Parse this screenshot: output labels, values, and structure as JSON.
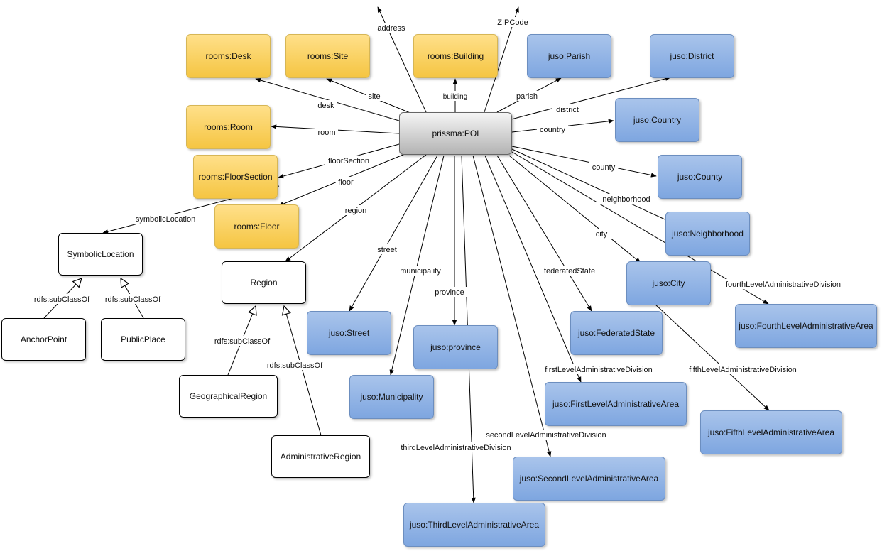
{
  "nodes": {
    "poi": "prissma:POI",
    "desk": "rooms:Desk",
    "site": "rooms:Site",
    "building": "rooms:Building",
    "room": "rooms:Room",
    "floorSection": "rooms:FloorSection",
    "floor": "rooms:Floor",
    "parish": "juso:Parish",
    "district": "juso:District",
    "country": "juso:Country",
    "county": "juso:County",
    "neighborhood": "juso:Neighborhood",
    "city": "juso:City",
    "fourth": "juso:FourthLevelAdministrativeArea",
    "federatedState": "juso:FederatedState",
    "first": "juso:FirstLevelAdministrativeArea",
    "fifth": "juso:FifthLevelAdministrativeArea",
    "second": "juso:SecondLevelAdministrativeArea",
    "third": "juso:ThirdLevelAdministrativeArea",
    "street": "juso:Street",
    "province": "juso:province",
    "municipality": "juso:Municipality",
    "symbolicLocation": "SymbolicLocation",
    "anchorPoint": "AnchorPoint",
    "publicPlace": "PublicPlace",
    "region": "Region",
    "geographicalRegion": "GeographicalRegion",
    "administrativeRegion": "AdministrativeRegion"
  },
  "edges": {
    "address": "address",
    "zipcode": "ZIPCode",
    "desk": "desk",
    "site": "site",
    "building": "building",
    "parish": "parish",
    "district": "district",
    "room": "room",
    "country": "country",
    "floorSection": "floorSection",
    "floor": "floor",
    "county": "county",
    "region": "region",
    "neighborhood": "neighborhood",
    "symbolicLocation": "symbolicLocation",
    "street": "street",
    "city": "city",
    "municipality": "municipality",
    "province": "province",
    "federatedState": "federatedState",
    "fourth": "fourthLevelAdministrativeDivision",
    "first": "firstLevelAdministrativeDivision",
    "fifth": "fifthLevelAdministrativeDivision",
    "second": "secondLevelAdministrativeDivision",
    "third": "thirdLevelAdministrativeDivision",
    "subClassOf": "rdfs:subClassOf"
  }
}
